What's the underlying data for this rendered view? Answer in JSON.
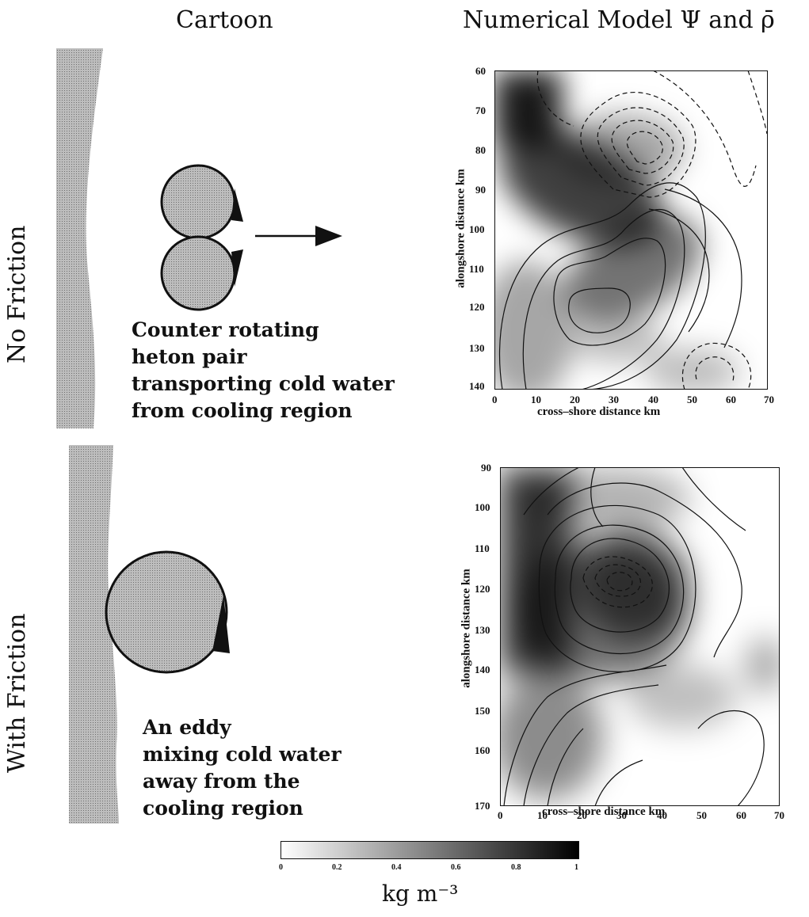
{
  "headings": {
    "cartoon": "Cartoon",
    "model": "Numerical Model Ψ and ρ̄"
  },
  "rows": {
    "no_friction": "No Friction",
    "with_friction": "With Friction"
  },
  "captions": {
    "top": [
      "Counter rotating",
      "heton pair",
      "transporting cold water",
      "from cooling region"
    ],
    "bottom": [
      "An eddy",
      "mixing cold water",
      "away from the",
      "cooling region"
    ]
  },
  "colors": {
    "coast_fill": "#b4b4b4",
    "eddy_fill": "#a8a8a8",
    "contour": "#111111",
    "background": "#ffffff"
  },
  "colorbar": {
    "ticks": [
      "0",
      "0.2",
      "0.4",
      "0.6",
      "0.8",
      "1"
    ],
    "unit": "kg m⁻³"
  },
  "panels": {
    "top": {
      "xlabel": "cross–shore distance km",
      "ylabel": "alongshore distance km",
      "xticks": [
        "0",
        "10",
        "20",
        "30",
        "40",
        "50",
        "60",
        "70"
      ],
      "yticks": [
        "60",
        "70",
        "80",
        "90",
        "100",
        "110",
        "120",
        "130",
        "140"
      ]
    },
    "bottom": {
      "xlabel": "cross–shore distance km",
      "ylabel": "alongshore distance km",
      "xticks": [
        "0",
        "10",
        "20",
        "30",
        "40",
        "50",
        "60",
        "70"
      ],
      "yticks": [
        "90",
        "100",
        "110",
        "120",
        "130",
        "140",
        "150",
        "160",
        "170"
      ]
    }
  }
}
